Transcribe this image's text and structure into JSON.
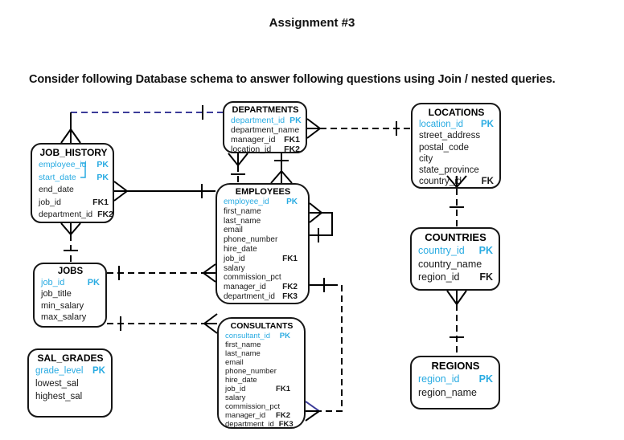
{
  "page": {
    "title": "Assignment #3",
    "instruction": "Consider following Database schema to answer following questions using Join / nested queries."
  },
  "colors": {
    "pk_text": "#29ABE2",
    "line": "#000000",
    "accent_dashed_line": "#3C3C99",
    "box_border": "#161616"
  },
  "entities": [
    {
      "id": "departments",
      "name": "DEPARTMENTS",
      "fields": [
        {
          "name": "department_id",
          "key": "PK",
          "pk": true
        },
        {
          "name": "department_name",
          "key": ""
        },
        {
          "name": "manager_id",
          "key": "FK1"
        },
        {
          "name": "location_id",
          "key": "FK2"
        }
      ]
    },
    {
      "id": "locations",
      "name": "LOCATIONS",
      "fields": [
        {
          "name": "location_id",
          "key": "PK",
          "pk": true
        },
        {
          "name": "street_address",
          "key": ""
        },
        {
          "name": "postal_code",
          "key": ""
        },
        {
          "name": "city",
          "key": ""
        },
        {
          "name": "state_province",
          "key": ""
        },
        {
          "name": "country_id",
          "key": "FK"
        }
      ]
    },
    {
      "id": "job_history",
      "name": "JOB_HISTORY",
      "fields": [
        {
          "name": "employee_id",
          "key": "PK",
          "pk": true
        },
        {
          "name": "start_date",
          "key": "PK",
          "pk": true
        },
        {
          "name": "end_date",
          "key": ""
        },
        {
          "name": "job_id",
          "key": "FK1"
        },
        {
          "name": "department_id",
          "key": "FK2"
        }
      ]
    },
    {
      "id": "employees",
      "name": "EMPLOYEES",
      "fields": [
        {
          "name": "employee_id",
          "key": "PK",
          "pk": true
        },
        {
          "name": "first_name",
          "key": ""
        },
        {
          "name": "last_name",
          "key": ""
        },
        {
          "name": "email",
          "key": ""
        },
        {
          "name": "phone_number",
          "key": ""
        },
        {
          "name": "hire_date",
          "key": ""
        },
        {
          "name": "job_id",
          "key": "FK1"
        },
        {
          "name": "salary",
          "key": ""
        },
        {
          "name": "commission_pct",
          "key": ""
        },
        {
          "name": "manager_id",
          "key": "FK2"
        },
        {
          "name": "department_id",
          "key": "FK3"
        }
      ]
    },
    {
      "id": "countries",
      "name": "COUNTRIES",
      "fields": [
        {
          "name": "country_id",
          "key": "PK",
          "pk": true
        },
        {
          "name": "country_name",
          "key": ""
        },
        {
          "name": "region_id",
          "key": "FK"
        }
      ]
    },
    {
      "id": "jobs",
      "name": "JOBS",
      "fields": [
        {
          "name": "job_id",
          "key": "PK",
          "pk": true
        },
        {
          "name": "job_title",
          "key": ""
        },
        {
          "name": "min_salary",
          "key": ""
        },
        {
          "name": "max_salary",
          "key": ""
        }
      ]
    },
    {
      "id": "consultants",
      "name": "CONSULTANTS",
      "fields": [
        {
          "name": "consultant_id",
          "key": "PK",
          "pk": true
        },
        {
          "name": "first_name",
          "key": ""
        },
        {
          "name": "last_name",
          "key": ""
        },
        {
          "name": "email",
          "key": ""
        },
        {
          "name": "phone_number",
          "key": ""
        },
        {
          "name": "hire_date",
          "key": ""
        },
        {
          "name": "job_id",
          "key": "FK1"
        },
        {
          "name": "salary",
          "key": ""
        },
        {
          "name": "commission_pct",
          "key": ""
        },
        {
          "name": "manager_id",
          "key": "FK2"
        },
        {
          "name": "department_id",
          "key": "FK3"
        }
      ]
    },
    {
      "id": "sal_grades",
      "name": "SAL_GRADES",
      "fields": [
        {
          "name": "grade_level",
          "key": "PK",
          "pk": true
        },
        {
          "name": "lowest_sal",
          "key": ""
        },
        {
          "name": "highest_sal",
          "key": ""
        }
      ]
    },
    {
      "id": "regions",
      "name": "REGIONS",
      "fields": [
        {
          "name": "region_id",
          "key": "PK",
          "pk": true
        },
        {
          "name": "region_name",
          "key": ""
        }
      ]
    }
  ]
}
